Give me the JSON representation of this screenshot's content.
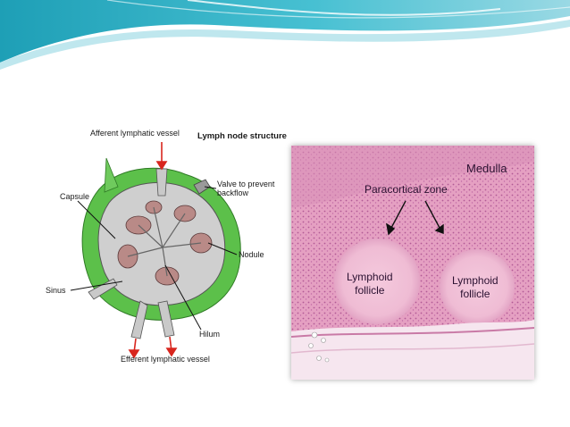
{
  "colors": {
    "header_teal": "#39b6c9",
    "header_light": "#c9ecf2",
    "node_green": "#5cc04a",
    "node_grey": "#c9c9c9",
    "tissue_pink": "#e9a8c8",
    "arrow_red": "#d8261e"
  },
  "diagram": {
    "title": "Lymph node structure",
    "labels": {
      "afferent": "Afferent lymphatic vessel",
      "valve": "Valve to prevent\nbackflow",
      "capsule": "Capsule",
      "nodule": "Nodule",
      "sinus": "Sinus",
      "hilum": "Hilum",
      "efferent": "Efferent lymphatic vessel"
    }
  },
  "micrograph": {
    "medulla": "Medulla",
    "paracortical": "Paracortical zone",
    "follicle_left": "Lymphoid\nfollicle",
    "follicle_right": "Lymphoid\nfollicle"
  }
}
